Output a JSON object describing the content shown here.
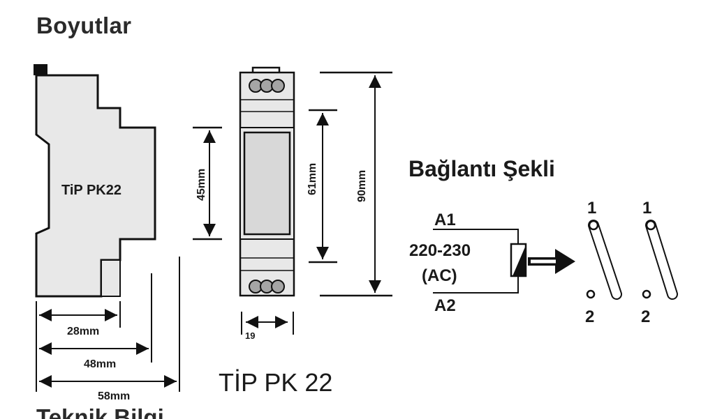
{
  "title": "Boyutlar",
  "side_view": {
    "type_label": "TiP PK22",
    "dim_height": "45mm",
    "dim_w1": "28mm",
    "dim_w2": "48mm",
    "dim_w3": "58mm"
  },
  "front_view": {
    "dim_window": "61mm",
    "dim_total": "90mm",
    "dim_width": "19"
  },
  "caption": "TİP PK 22",
  "connection": {
    "title": "Bağlantı Şekli",
    "terminal_top": "A1",
    "voltage": "220-230",
    "current_type": "(AC)",
    "terminal_bottom": "A2",
    "contact1_top": "1",
    "contact1_bottom": "2",
    "contact2_top": "1",
    "contact2_bottom": "2"
  },
  "next_heading": "Teknik Bilgi"
}
